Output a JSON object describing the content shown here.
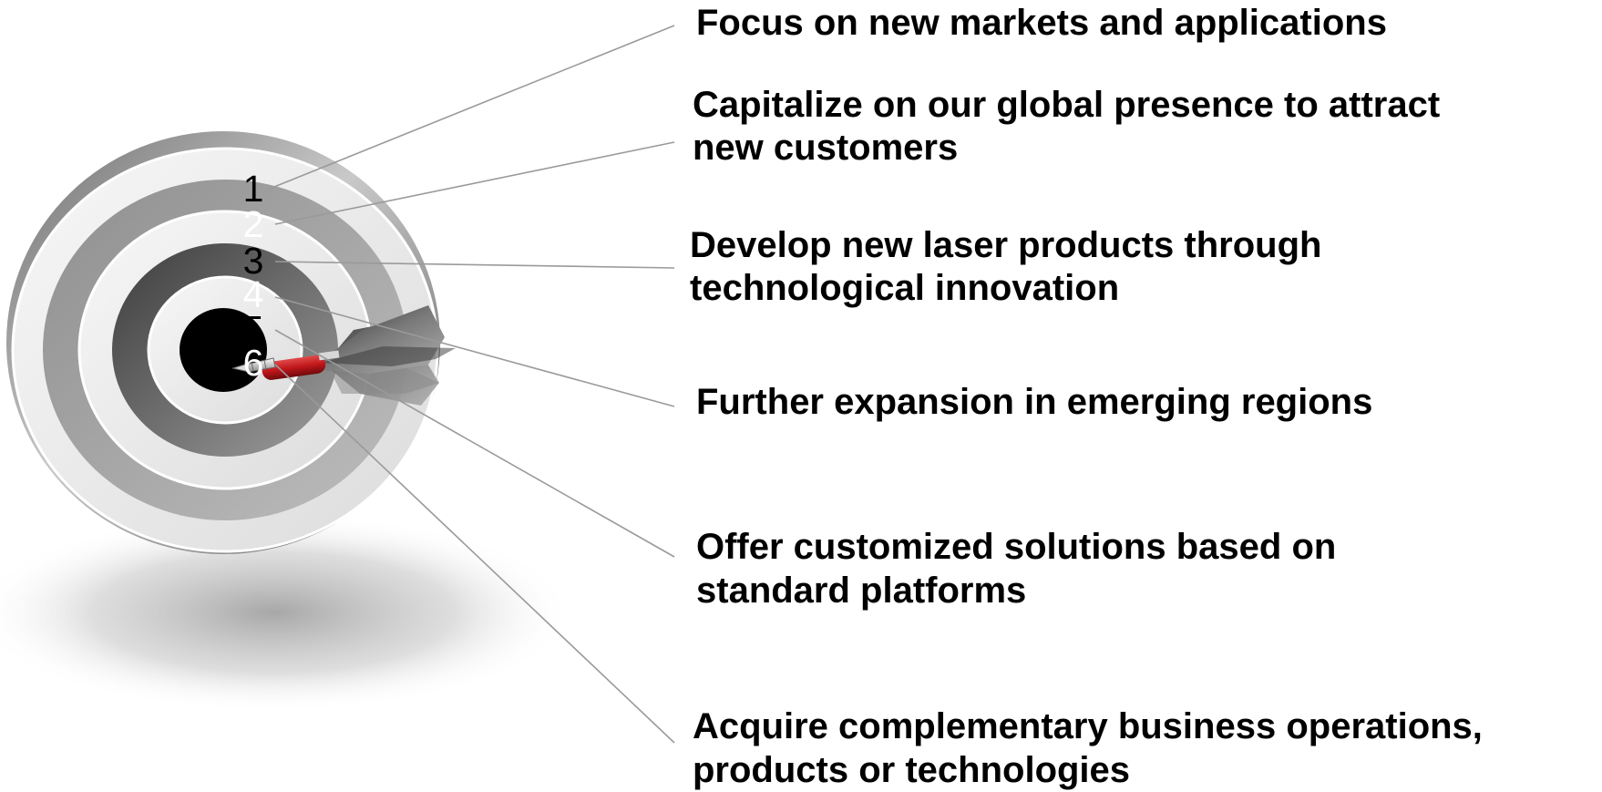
{
  "goals": [
    {
      "number": "1",
      "text": "Focus on new markets and applications"
    },
    {
      "number": "2",
      "text": "Capitalize on our global presence to attract\nnew customers"
    },
    {
      "number": "3",
      "text": "Develop new laser products through\ntechnological innovation"
    },
    {
      "number": "4",
      "text": "Further expansion in emerging regions"
    },
    {
      "number": "5",
      "text": "Offer customized solutions based on\nstandard platforms"
    },
    {
      "number": "6",
      "text": "Acquire complementary business operations,\nproducts or technologies"
    }
  ],
  "icons": {
    "target": "dartboard-target-icon",
    "dart": "dart-icon"
  },
  "colors": {
    "ring_number_light": "#ffffff",
    "ring_number_dark": "#000000",
    "bullseye": "#000000",
    "dart_barrel": "#c0161a",
    "leader_line": "#9a9a9a"
  }
}
